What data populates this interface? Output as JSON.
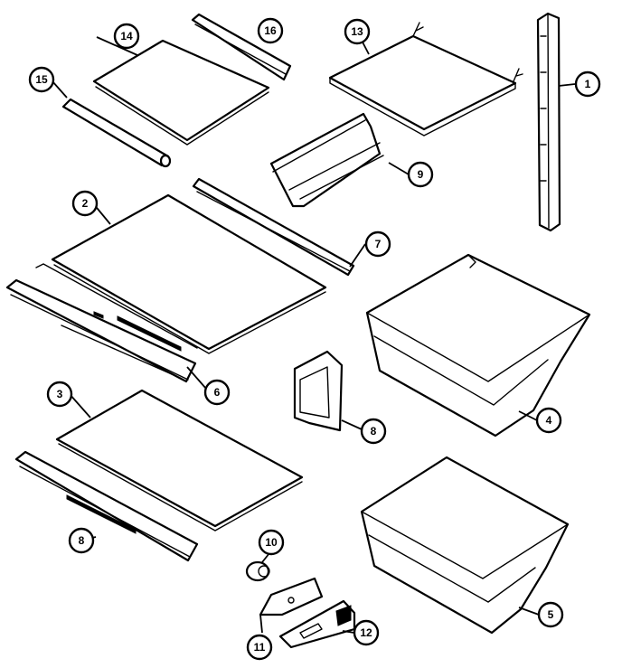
{
  "callouts": {
    "c1": "1",
    "c2": "2",
    "c3": "3",
    "c4": "4",
    "c5": "5",
    "c6": "6",
    "c7": "7",
    "c8a": "8",
    "c8b": "8",
    "c9": "9",
    "c10": "10",
    "c11": "11",
    "c12": "12",
    "c13": "13",
    "c14": "14",
    "c15": "15",
    "c16": "16"
  }
}
